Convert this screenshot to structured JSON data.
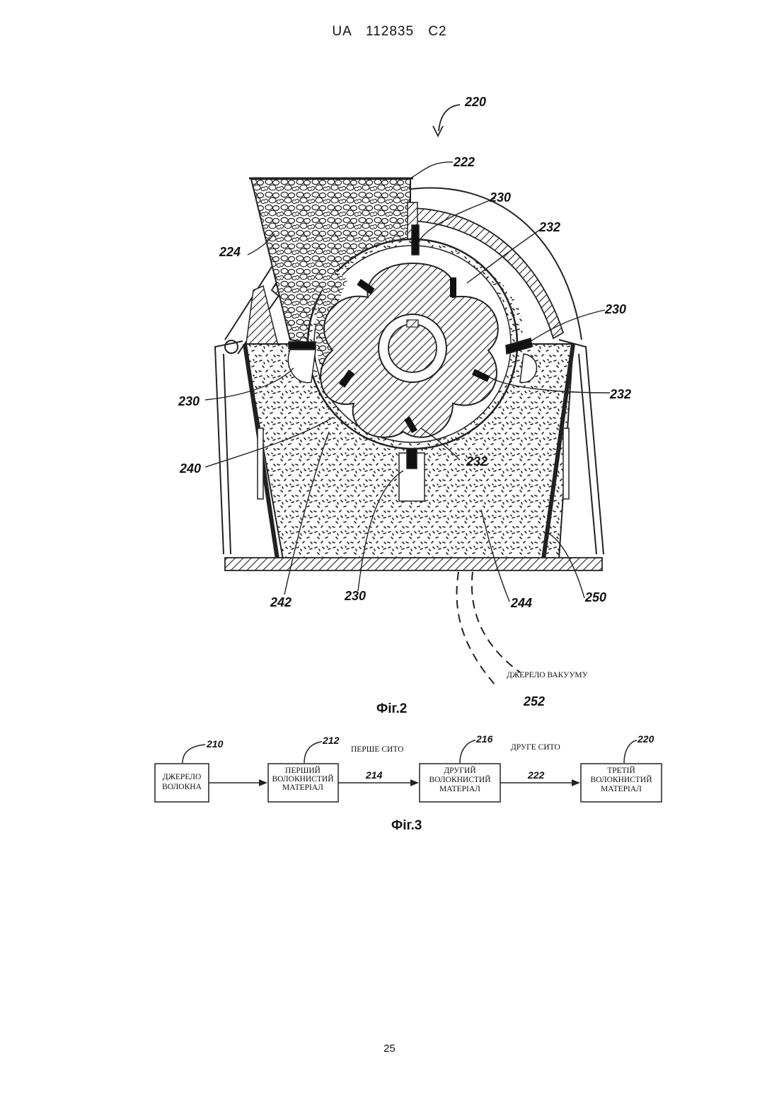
{
  "header": {
    "text": "UA   112835   C2"
  },
  "figure2": {
    "caption": "Фіг.2",
    "refs": {
      "r220": "220",
      "r222": "222",
      "r224": "224",
      "r230a": "230",
      "r230b": "230",
      "r230c": "230",
      "r230d": "230",
      "r232a": "232",
      "r232b": "232",
      "r232c": "232",
      "r240": "240",
      "r242": "242",
      "r244": "244",
      "r250": "250",
      "r252": "252"
    },
    "vacuum_label": "ДЖЕРЕЛО ВАКУУМУ"
  },
  "figure3": {
    "caption": "Фіг.3",
    "boxes": [
      {
        "ref": "210",
        "lines": [
          "ДЖЕРЕЛО",
          "ВОЛОКНА"
        ]
      },
      {
        "ref": "212",
        "lines": [
          "ПЕРШИЙ",
          "ВОЛОКНИСТИЙ",
          "МАТЕРІАЛ"
        ]
      },
      {
        "ref": "216",
        "lines": [
          "ДРУГИЙ",
          "ВОЛОКНИСТИЙ",
          "МАТЕРІАЛ"
        ]
      },
      {
        "ref": "220",
        "lines": [
          "ТРЕТІЙ",
          "ВОЛОКНИСТИЙ",
          "МАТЕРІАЛ"
        ]
      }
    ],
    "arrows": [
      {
        "ref": "214",
        "label": "ПЕРШЕ СИТО"
      },
      {
        "ref": "222",
        "label": "ДРУГЕ СИТО"
      }
    ]
  },
  "footer": {
    "page_number": "25"
  }
}
